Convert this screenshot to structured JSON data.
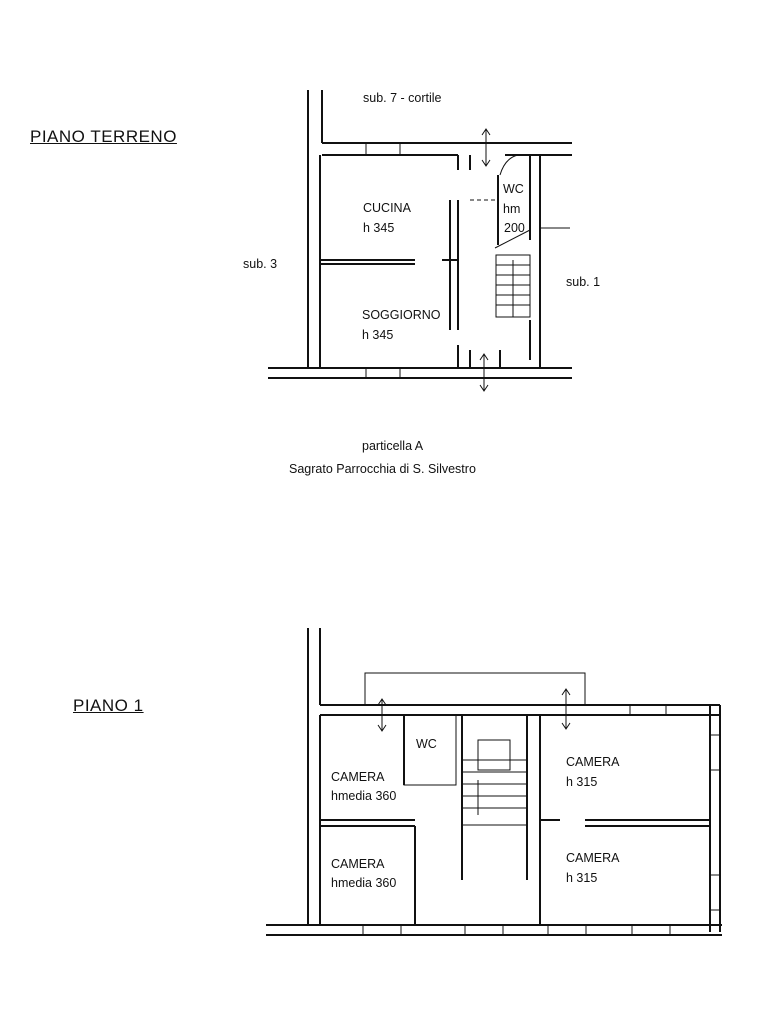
{
  "ground_floor": {
    "title": "PIANO  TERRENO",
    "labels": {
      "north": "sub. 7 - cortile",
      "west": "sub. 3",
      "east": "sub. 1"
    },
    "rooms": [
      {
        "name": "CUCINA",
        "height": "h 345"
      },
      {
        "name": "SOGGIORNO",
        "height": "h 345"
      },
      {
        "name": "WC",
        "height_prefix": "hm",
        "height": "200"
      }
    ]
  },
  "caption": {
    "line1": "particella A",
    "line2": "Sagrato Parrocchia di S. Silvestro"
  },
  "first_floor": {
    "title": "PIANO  1",
    "rooms": [
      {
        "name": "WC"
      },
      {
        "name": "CAMERA",
        "height": "hmedia 360"
      },
      {
        "name": "CAMERA",
        "height": "hmedia 360"
      },
      {
        "name": "CAMERA",
        "height": "h 315"
      },
      {
        "name": "CAMERA",
        "height": "h 315"
      }
    ]
  }
}
